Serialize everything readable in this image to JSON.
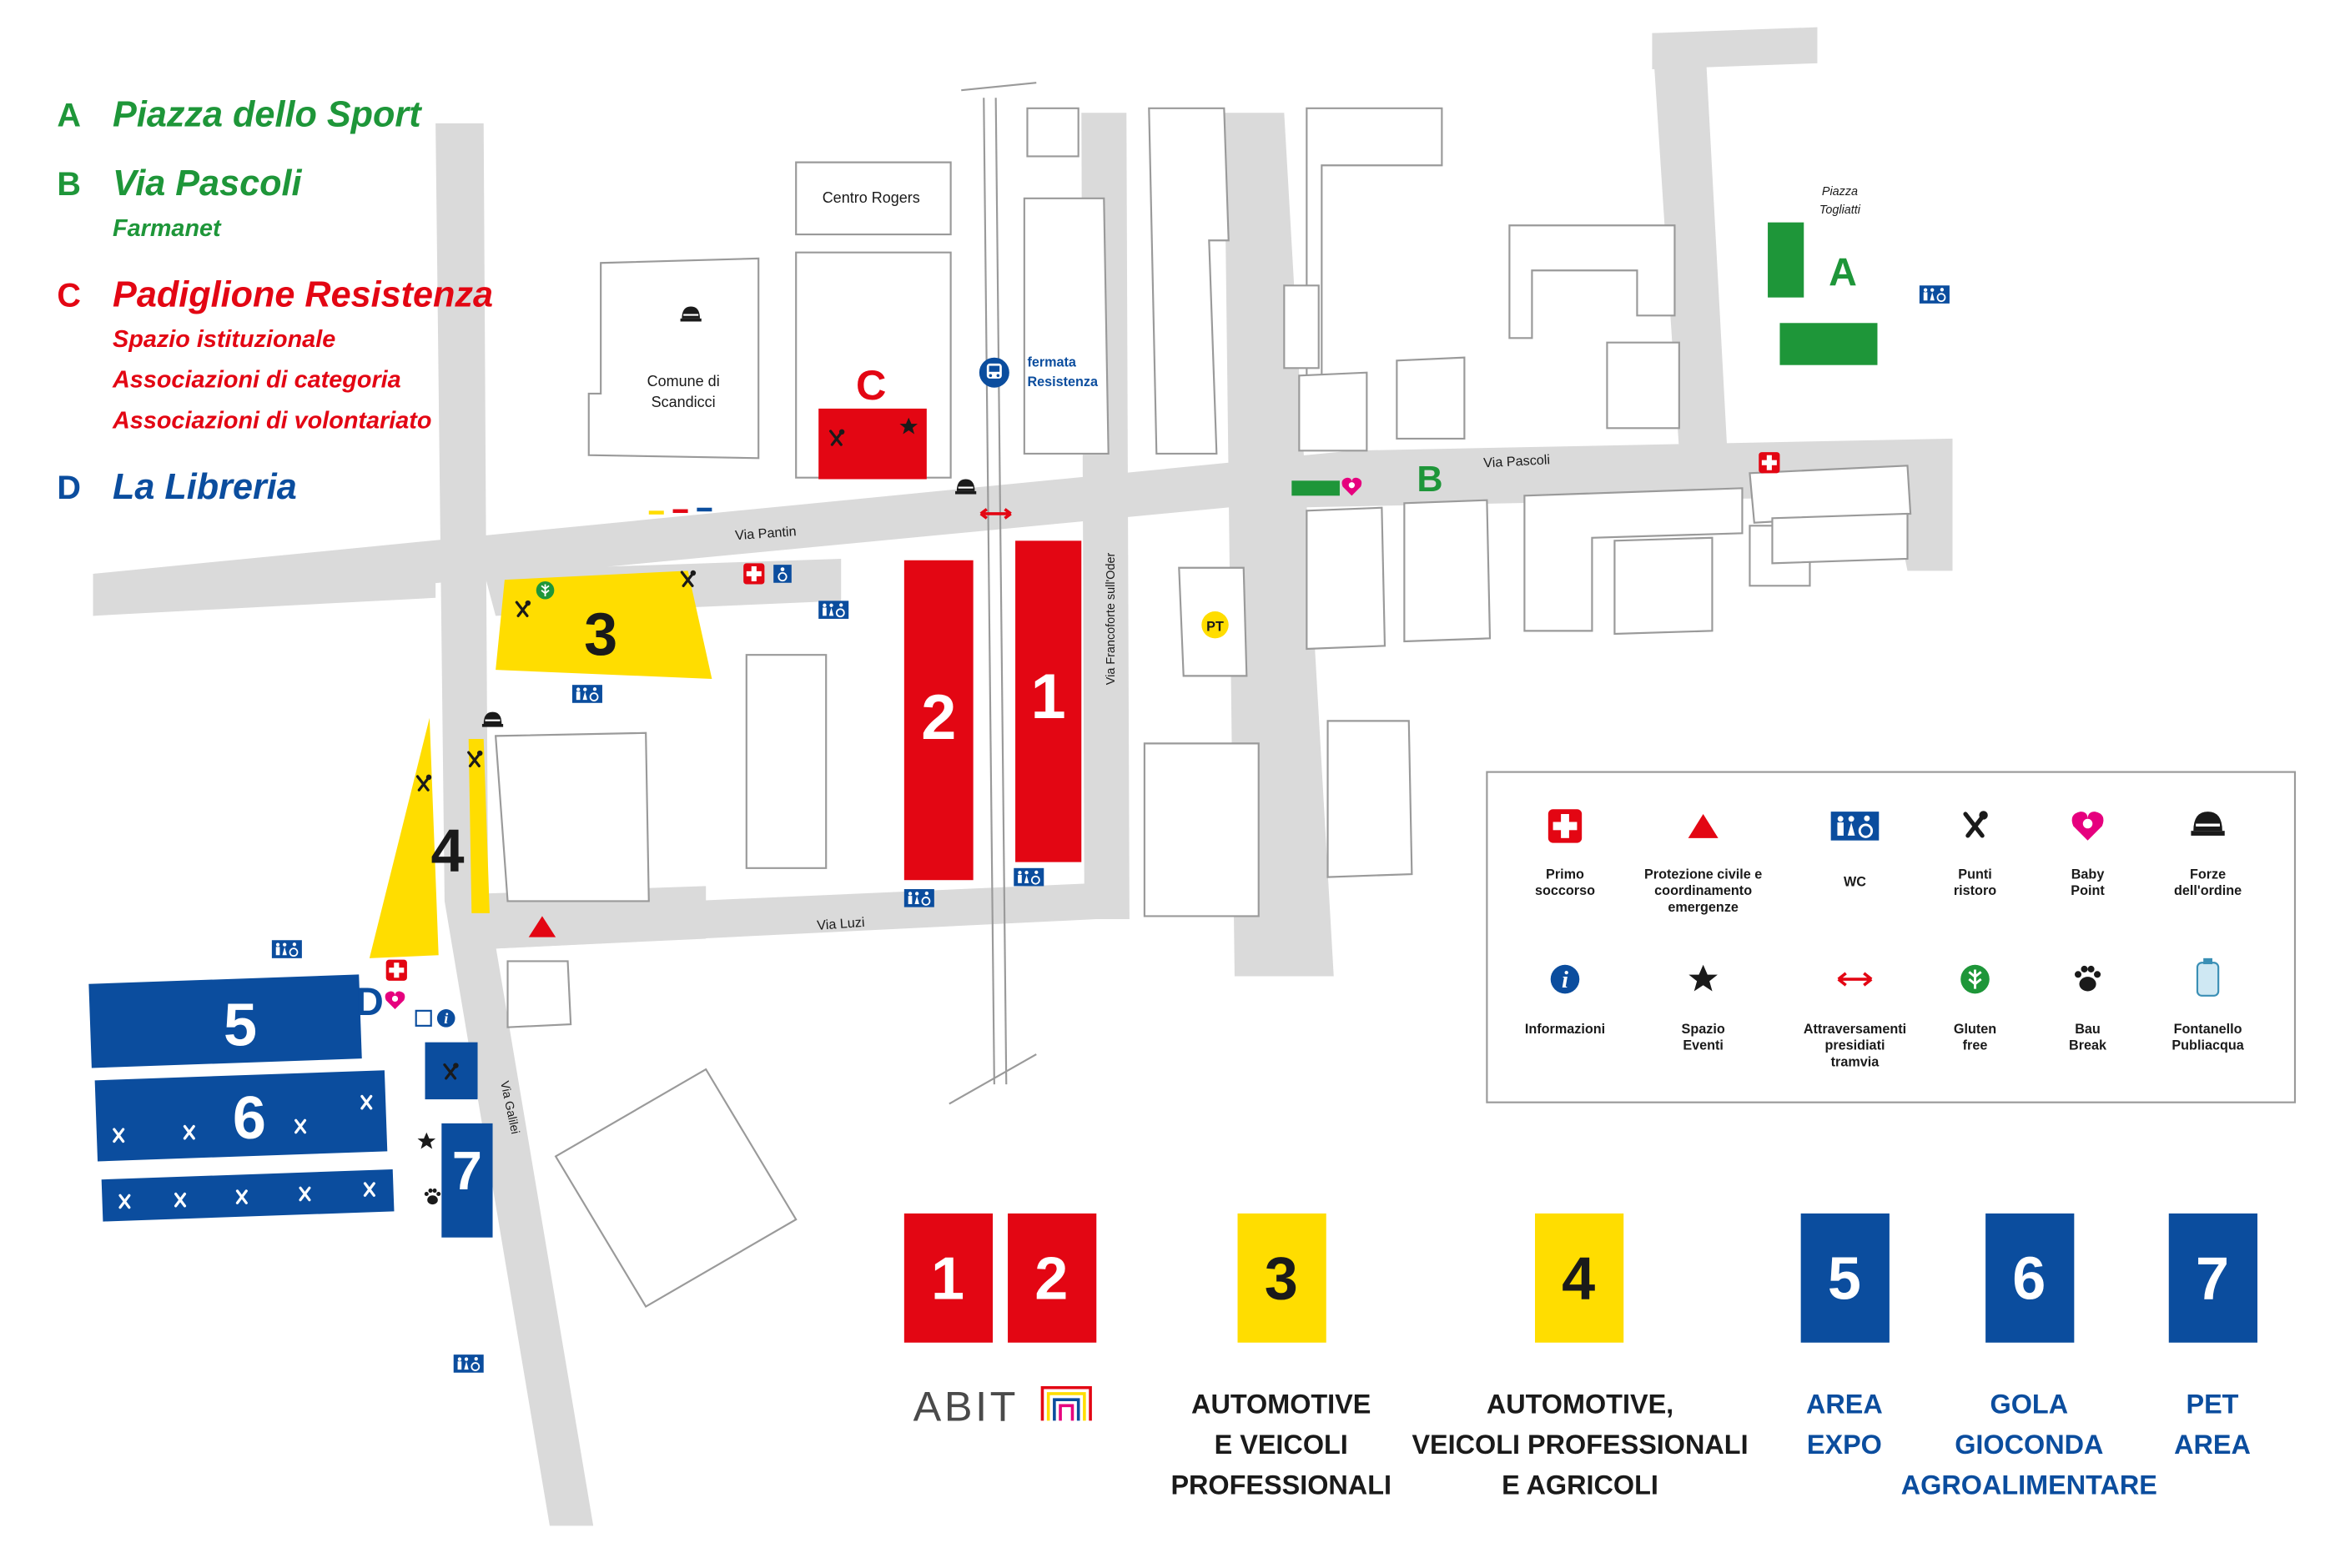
{
  "colors": {
    "green": "#1e9639",
    "red": "#e30613",
    "yellow": "#ffdd00",
    "blue": "#0b4d9e",
    "road": "#dadada",
    "building": "#ffffff",
    "outline": "#9a9a9a"
  },
  "side_legend": {
    "a": {
      "letter": "A",
      "title": "Piazza dello Sport"
    },
    "b": {
      "letter": "B",
      "title": "Via Pascoli",
      "sub": "Farmanet"
    },
    "c": {
      "letter": "C",
      "title": "Padiglione Resistenza",
      "sub1": "Spazio istituzionale",
      "sub2": "Associazioni di categoria",
      "sub3": "Associazioni di volontariato"
    },
    "d": {
      "letter": "D",
      "title": "La Libreria"
    }
  },
  "map_labels": {
    "centro_rogers": "Centro Rogers",
    "comune_1": "Comune di",
    "comune_2": "Scandicci",
    "fermata_1": "fermata",
    "fermata_2": "Resistenza",
    "piazza_tog_1": "Piazza",
    "piazza_tog_2": "Togliatti",
    "via_pantin": "Via Pantin",
    "via_pascoli": "Via Pascoli",
    "via_luzi": "Via Luzi",
    "via_francoforte": "Via Francoforte sull'Oder",
    "via_galilei": "Via Galilei",
    "pt": "PT"
  },
  "areas": {
    "a": "A",
    "b": "B",
    "c": "C",
    "d": "D",
    "n1": "1",
    "n2": "2",
    "n3": "3",
    "n4": "4",
    "n5": "5",
    "n6": "6",
    "n7": "7"
  },
  "icon_legend": [
    {
      "icon": "first-aid-icon",
      "label1": "Primo",
      "label2": "soccorso",
      "label3": ""
    },
    {
      "icon": "civil-protection-icon",
      "label1": "Protezione civile e",
      "label2": "coordinamento",
      "label3": "emergenze"
    },
    {
      "icon": "wc-icon",
      "label1": "WC",
      "label2": "",
      "label3": ""
    },
    {
      "icon": "food-icon",
      "label1": "Punti",
      "label2": "ristoro",
      "label3": ""
    },
    {
      "icon": "baby-point-icon",
      "label1": "Baby",
      "label2": "Point",
      "label3": ""
    },
    {
      "icon": "police-icon",
      "label1": "Forze",
      "label2": "dell'ordine",
      "label3": ""
    },
    {
      "icon": "info-icon",
      "label1": "Informazioni",
      "label2": "",
      "label3": ""
    },
    {
      "icon": "events-star-icon",
      "label1": "Spazio",
      "label2": "Eventi",
      "label3": ""
    },
    {
      "icon": "crossing-arrow-icon",
      "label1": "Attraversamenti",
      "label2": "presidiati",
      "label3": "tramvia"
    },
    {
      "icon": "gluten-free-icon",
      "label1": "Gluten",
      "label2": "free",
      "label3": ""
    },
    {
      "icon": "paw-icon",
      "label1": "Bau",
      "label2": "Break",
      "label3": ""
    },
    {
      "icon": "fountain-icon",
      "label1": "Fontanello",
      "label2": "Publiacqua",
      "label3": ""
    }
  ],
  "bottom_legend": {
    "tile_1": "1",
    "tile_2": "2",
    "tile_3": "3",
    "tile_4": "4",
    "tile_5": "5",
    "tile_6": "6",
    "tile_7": "7",
    "abit": "ABIT",
    "c3_l1": "AUTOMOTIVE",
    "c3_l2": "E VEICOLI",
    "c3_l3": "PROFESSIONALI",
    "c4_l1": "AUTOMOTIVE,",
    "c4_l2": "VEICOLI PROFESSIONALI",
    "c4_l3": "E AGRICOLI",
    "c5_l1": "AREA",
    "c5_l2": "EXPO",
    "c6_l1": "GOLA",
    "c6_l2": "GIOCONDA",
    "c6_l3": "AGROALIMENTARE",
    "c7_l1": "PET",
    "c7_l2": "AREA"
  }
}
